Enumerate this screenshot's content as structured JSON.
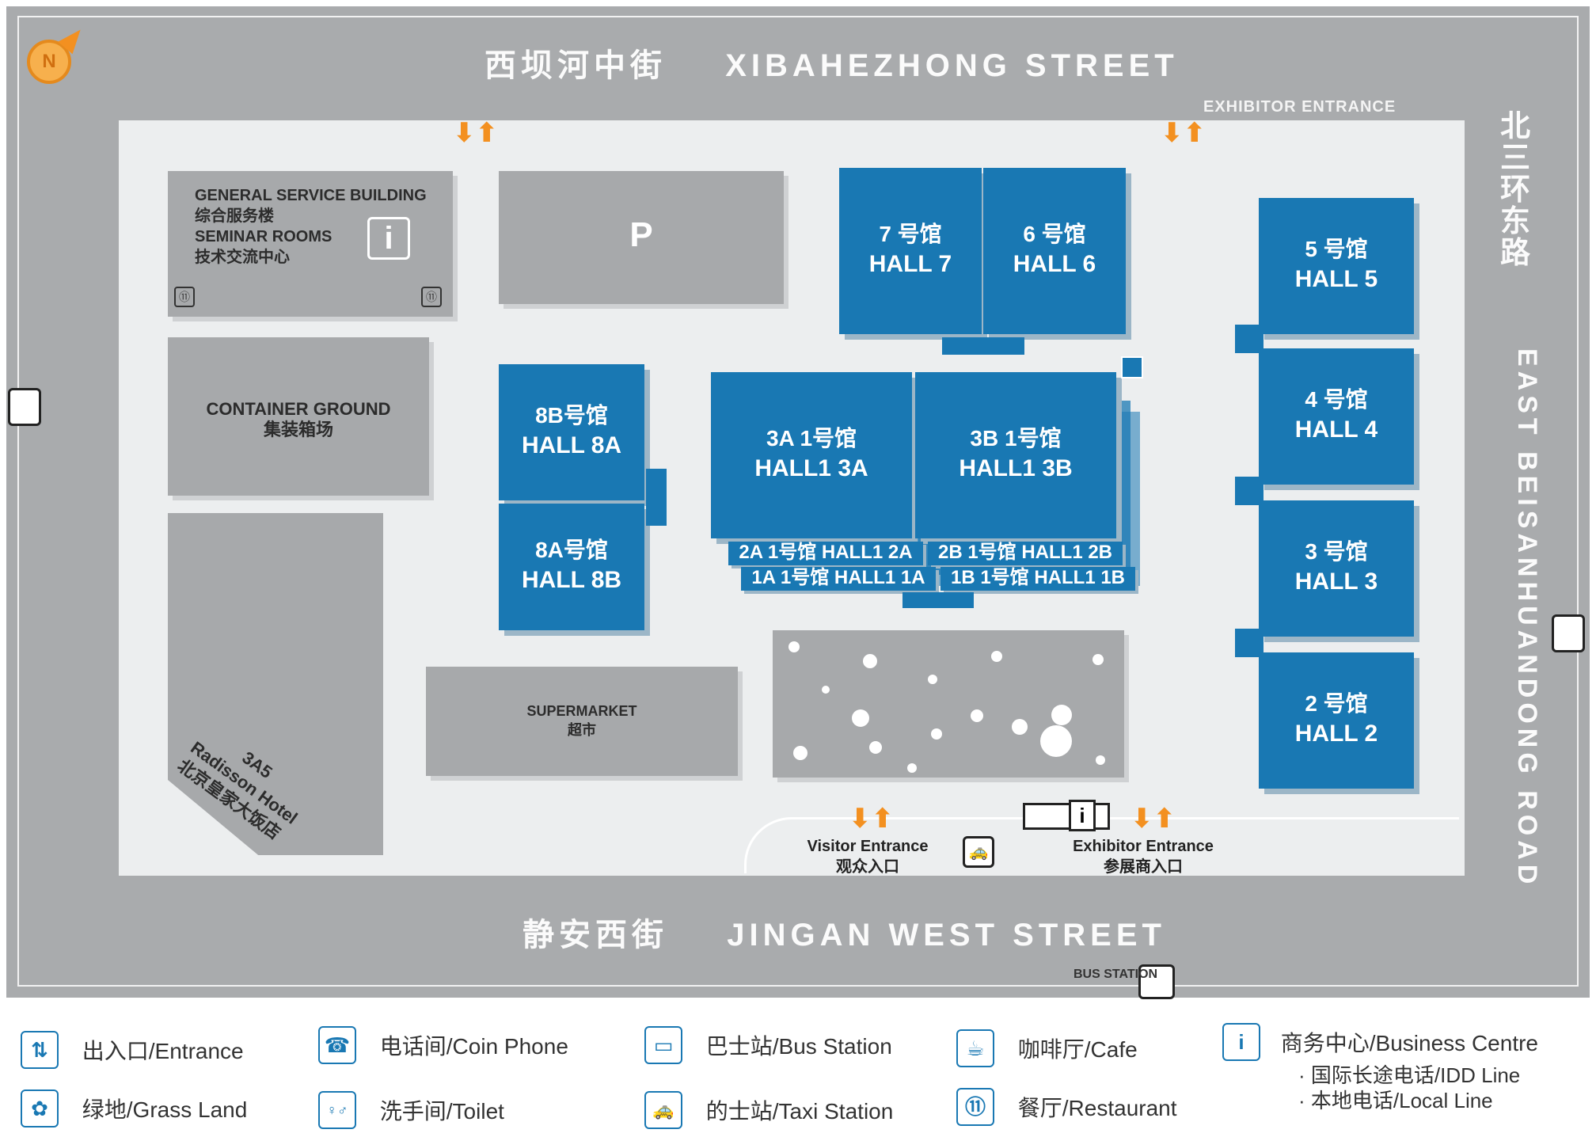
{
  "streets": {
    "north": {
      "cn": "西坝河中街",
      "en": "XIBAHEZHONG STREET"
    },
    "south": {
      "cn": "静安西街",
      "en": "JINGAN WEST STREET"
    },
    "east": {
      "cn": "北三环东路",
      "en": "EAST BEISANHUANDONG ROAD"
    }
  },
  "compass": {
    "letter": "N"
  },
  "buildings": {
    "service": {
      "lines": [
        "GENERAL SERVICE BUILDING",
        "综合服务楼",
        "SEMINAR ROOMS",
        "技术交流中心"
      ]
    },
    "parking": {
      "label": "P"
    },
    "container": {
      "en": "CONTAINER GROUND",
      "cn": "集装箱场"
    },
    "supermarket": {
      "en": "SUPERMARKET",
      "cn": "超市"
    },
    "hotel": {
      "lines": [
        "3A5",
        "Radisson Hotel",
        "北京皇家大饭店"
      ]
    }
  },
  "halls": [
    {
      "id": "7",
      "cn": "7 号馆",
      "en": "HALL 7"
    },
    {
      "id": "6",
      "cn": "6 号馆",
      "en": "HALL 6"
    },
    {
      "id": "5",
      "cn": "5 号馆",
      "en": "HALL 5"
    },
    {
      "id": "4",
      "cn": "4 号馆",
      "en": "HALL 4"
    },
    {
      "id": "3",
      "cn": "3 号馆",
      "en": "HALL 3"
    },
    {
      "id": "2",
      "cn": "2 号馆",
      "en": "HALL 2"
    },
    {
      "id": "8a",
      "cn": "8B号馆",
      "en": "HALL 8A"
    },
    {
      "id": "8b",
      "cn": "8A号馆",
      "en": "HALL 8B"
    },
    {
      "id": "3a",
      "cn": "3A 1号馆",
      "en": "HALL1 3A"
    },
    {
      "id": "3b",
      "cn": "3B 1号馆",
      "en": "HALL1 3B"
    }
  ],
  "subhalls": {
    "2a": "2A 1号馆 HALL1 2A",
    "2b": "2B 1号馆 HALL1 2B",
    "1a": "1A 1号馆 HALL1 1A",
    "1b": "1B 1号馆 HALL1 1B"
  },
  "entrances": {
    "north_east": "EXHIBITOR ENTRANCE",
    "visitor": {
      "en": "Visitor Entrance",
      "cn": "观众入口"
    },
    "exhibitor": {
      "en": "Exhibitor Entrance",
      "cn": "参展商入口"
    },
    "south_bus": "BUS STATION"
  },
  "legend": [
    {
      "icon": "entrance-icon",
      "glyph": "⇅",
      "label": "出入口/Entrance"
    },
    {
      "icon": "coin-phone-icon",
      "glyph": "☎",
      "label": "电话间/Coin Phone"
    },
    {
      "icon": "bus-station-icon",
      "glyph": "▭",
      "label": "巴士站/Bus Station"
    },
    {
      "icon": "cafe-icon",
      "glyph": "☕",
      "label": "咖啡厅/Cafe"
    },
    {
      "icon": "business-centre-icon",
      "glyph": "i",
      "label": "商务中心/Business Centre",
      "sub": [
        "· 国际长途电话/IDD Line",
        "· 本地电话/Local Line"
      ]
    },
    {
      "icon": "grass-land-icon",
      "glyph": "✿",
      "label": "绿地/Grass Land"
    },
    {
      "icon": "toilet-icon",
      "glyph": "♀♂",
      "label": "洗手间/Toilet"
    },
    {
      "icon": "taxi-station-icon",
      "glyph": "🚕",
      "label": "的士站/Taxi Station"
    },
    {
      "icon": "restaurant-icon",
      "glyph": "⑪",
      "label": "餐厅/Restaurant"
    }
  ],
  "colors": {
    "hall": "#1978b3",
    "building": "#a7a9ab",
    "road": "#a9abad",
    "arrow": "#f39020"
  }
}
